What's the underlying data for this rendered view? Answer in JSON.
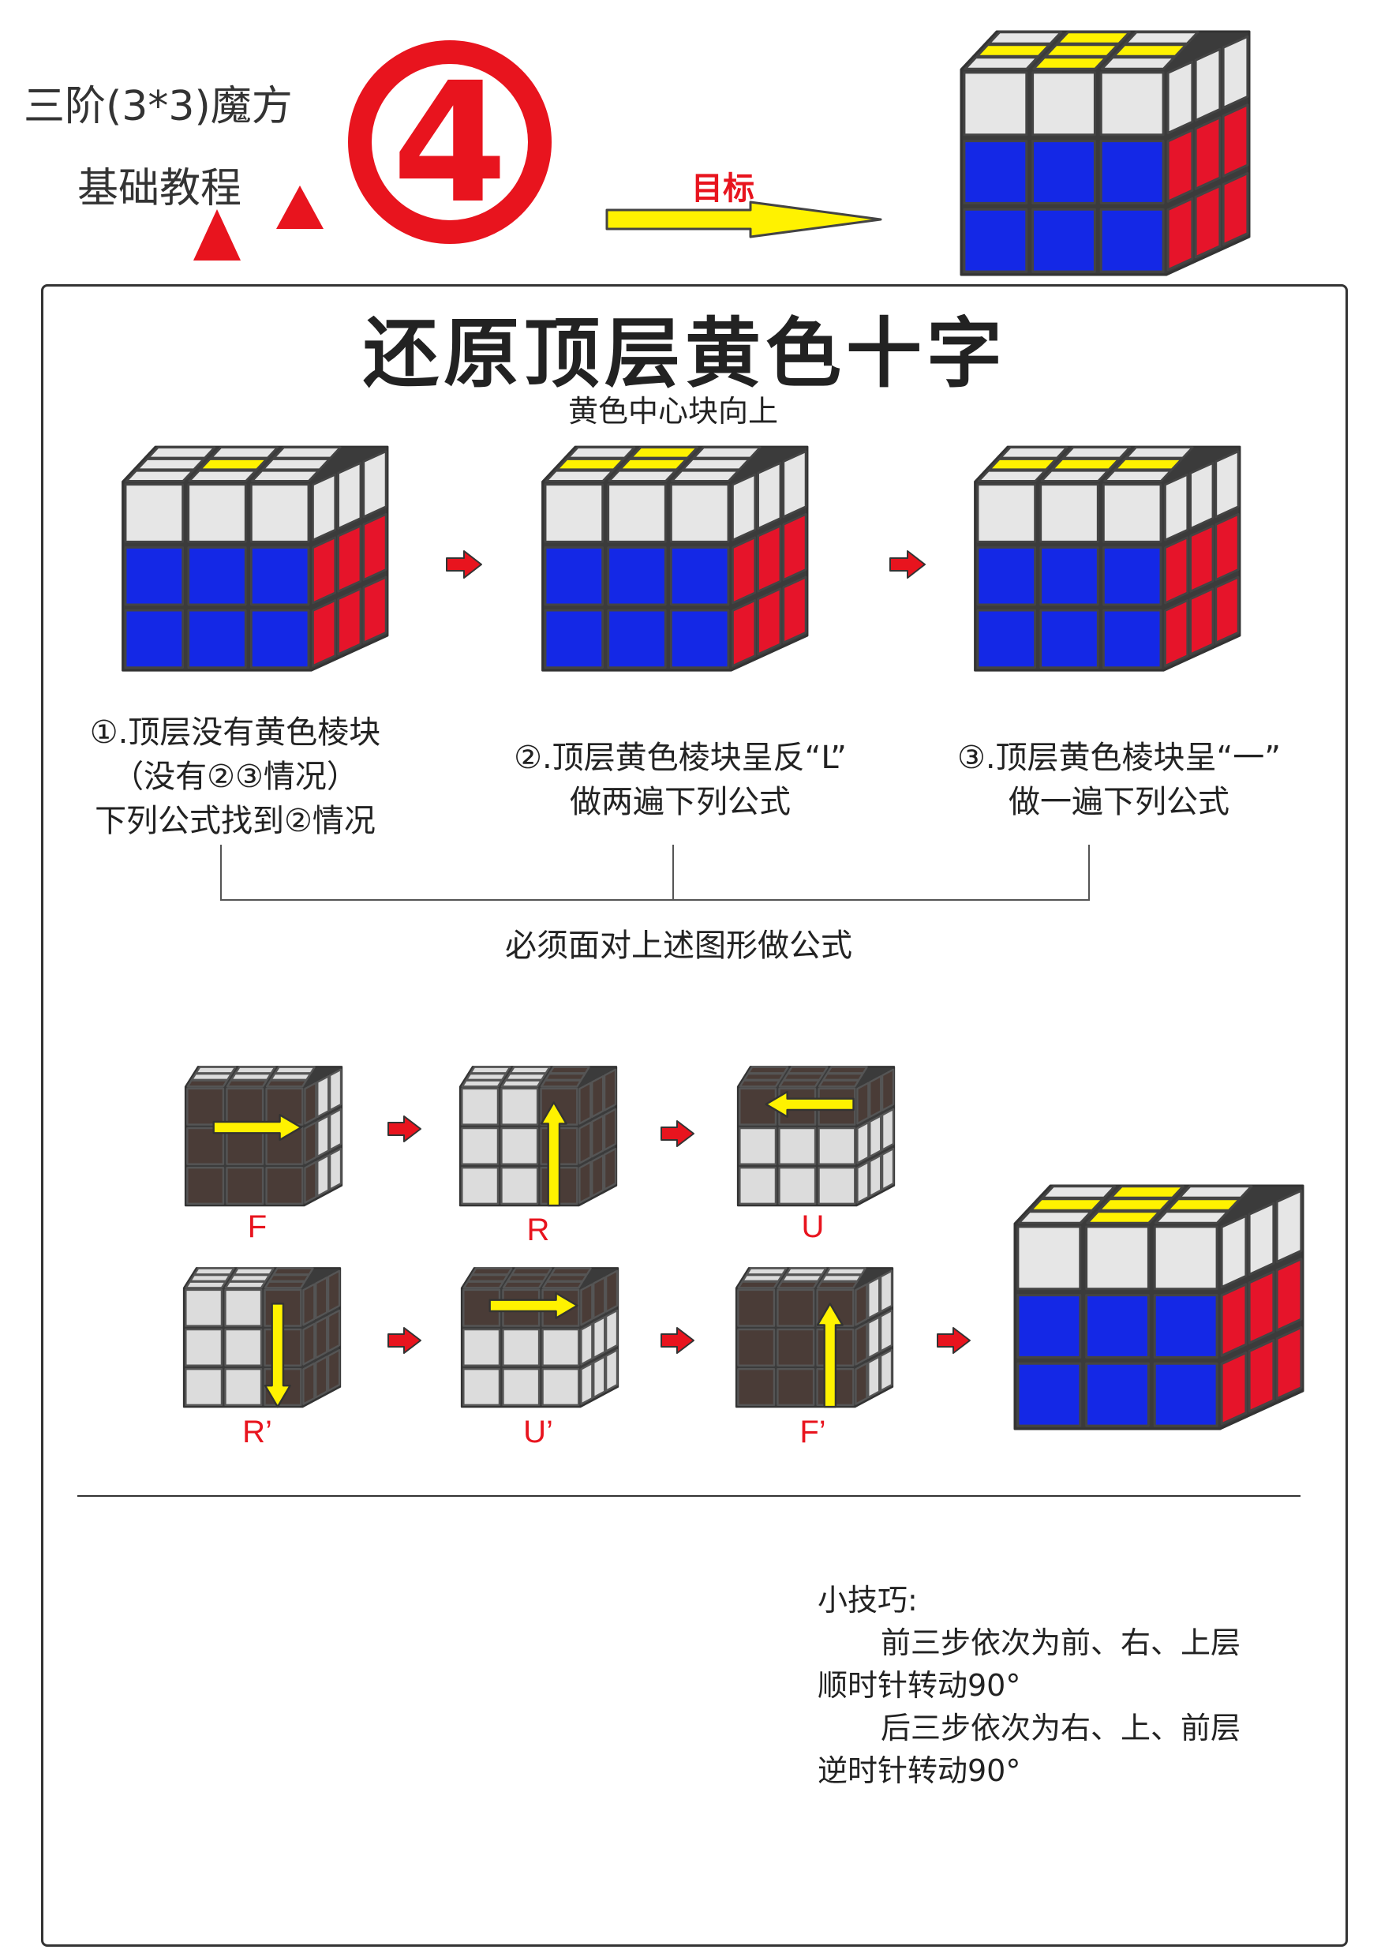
{
  "header": {
    "line1": "三阶(3*3)魔方",
    "line2": "基础教程",
    "step_number": "4",
    "goal_label": "目标"
  },
  "section": {
    "title": "还原顶层黄色十字",
    "subtitle": "黄色中心块向上"
  },
  "cases": [
    {
      "line1": "①.顶层没有黄色棱块",
      "line2": "（没有②③情况）",
      "line3": "下列公式找到②情况"
    },
    {
      "line1": "②.顶层黄色棱块呈反“L”",
      "line2": "做两遍下列公式"
    },
    {
      "line1": "③.顶层黄色棱块呈“一”",
      "line2": "做一遍下列公式"
    }
  ],
  "bracket_note": "必须面对上述图形做公式",
  "moves": [
    "F",
    "R",
    "U",
    "R’",
    "U’",
    "F’"
  ],
  "tips": {
    "heading": "小技巧:",
    "line1": "前三步依次为前、右、上层",
    "line2": "顺时针转动90°",
    "line3": "后三步依次为右、上、前层",
    "line4": "逆时针转动90°"
  },
  "colors": {
    "yellow": "#fff200",
    "white": "#e6e6e6",
    "blue": "#1428e6",
    "red": "#e6142a",
    "highlight_dark": "#4a3c37",
    "accent_red": "#e8141e"
  }
}
